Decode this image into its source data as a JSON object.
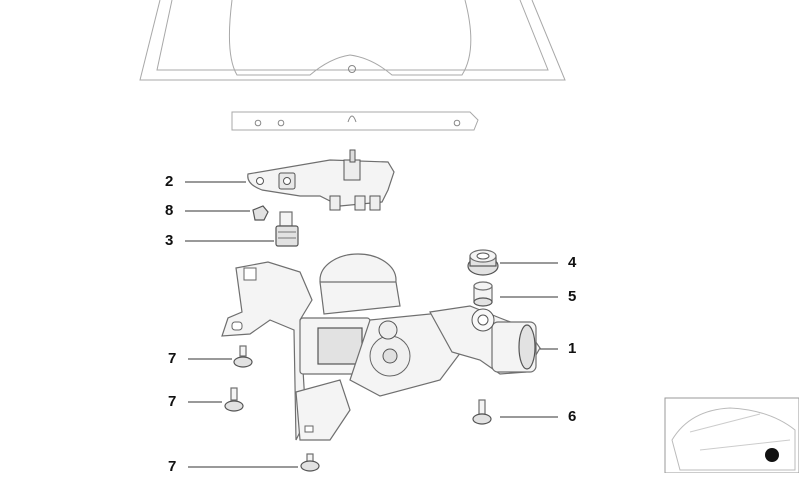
{
  "callouts": [
    {
      "id": "c2",
      "label": "2"
    },
    {
      "id": "c8",
      "label": "8"
    },
    {
      "id": "c3",
      "label": "3"
    },
    {
      "id": "c4",
      "label": "4"
    },
    {
      "id": "c5",
      "label": "5"
    },
    {
      "id": "c1",
      "label": "1"
    },
    {
      "id": "c7a",
      "label": "7"
    },
    {
      "id": "c7b",
      "label": "7"
    },
    {
      "id": "c6",
      "label": "6"
    },
    {
      "id": "c7c",
      "label": "7"
    }
  ],
  "icons": {
    "rear_window": "rear-window-glass",
    "wiper_arm": "wiper-arm",
    "wiper_motor": "wiper-motor-assembly",
    "car_thumbnail": "car-location-thumbnail"
  }
}
